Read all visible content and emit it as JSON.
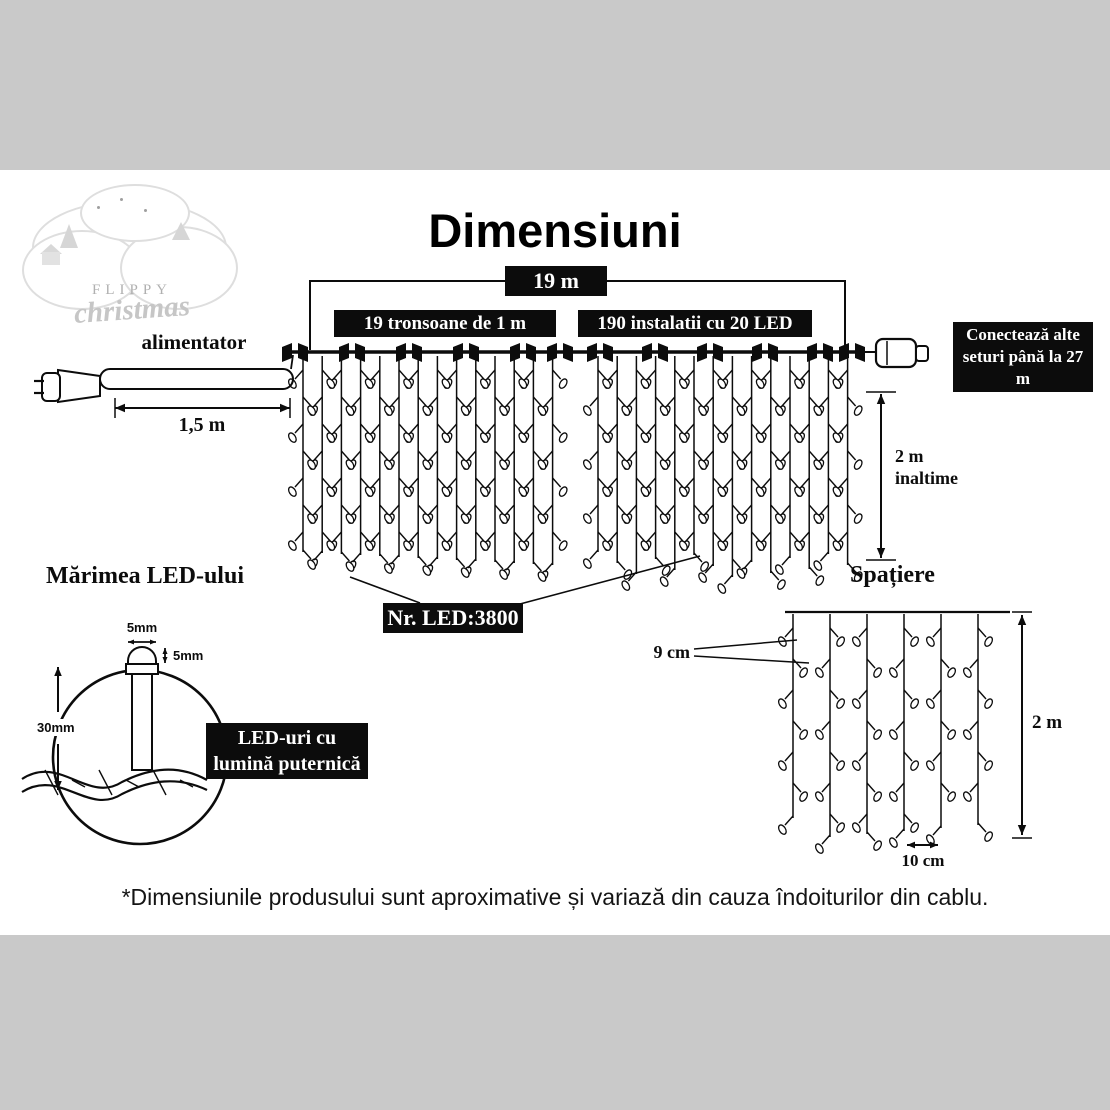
{
  "title": "Dimensiuni",
  "logo": {
    "brand": "FLIPPY",
    "script": "christmas"
  },
  "top": {
    "total_length": "19 m",
    "sections_label": "19 tronsoane de 1 m",
    "installations_label": "190 instalatii cu 20 LED",
    "power_label": "alimentator",
    "cord_length": "1,5 m",
    "connect_note": "Conectează alte seturi până la 27 m",
    "height_value": "2 m",
    "height_word": "inaltime",
    "led_count": "Nr. LED:3800"
  },
  "led_size": {
    "heading": "Mărimea LED-ului",
    "cap_width": "5mm",
    "cap_height": "5mm",
    "body_length": "30mm",
    "callout": "LED-uri cu lumină puternică"
  },
  "spacing": {
    "heading": "Spațiere",
    "vertical_gap": "9 cm",
    "horizontal_gap": "10 cm",
    "height": "2 m"
  },
  "footer": {
    "disclaimer": "*Dimensiunile produsului sunt aproximative și variază din cauza îndoiturilor din cablu."
  }
}
